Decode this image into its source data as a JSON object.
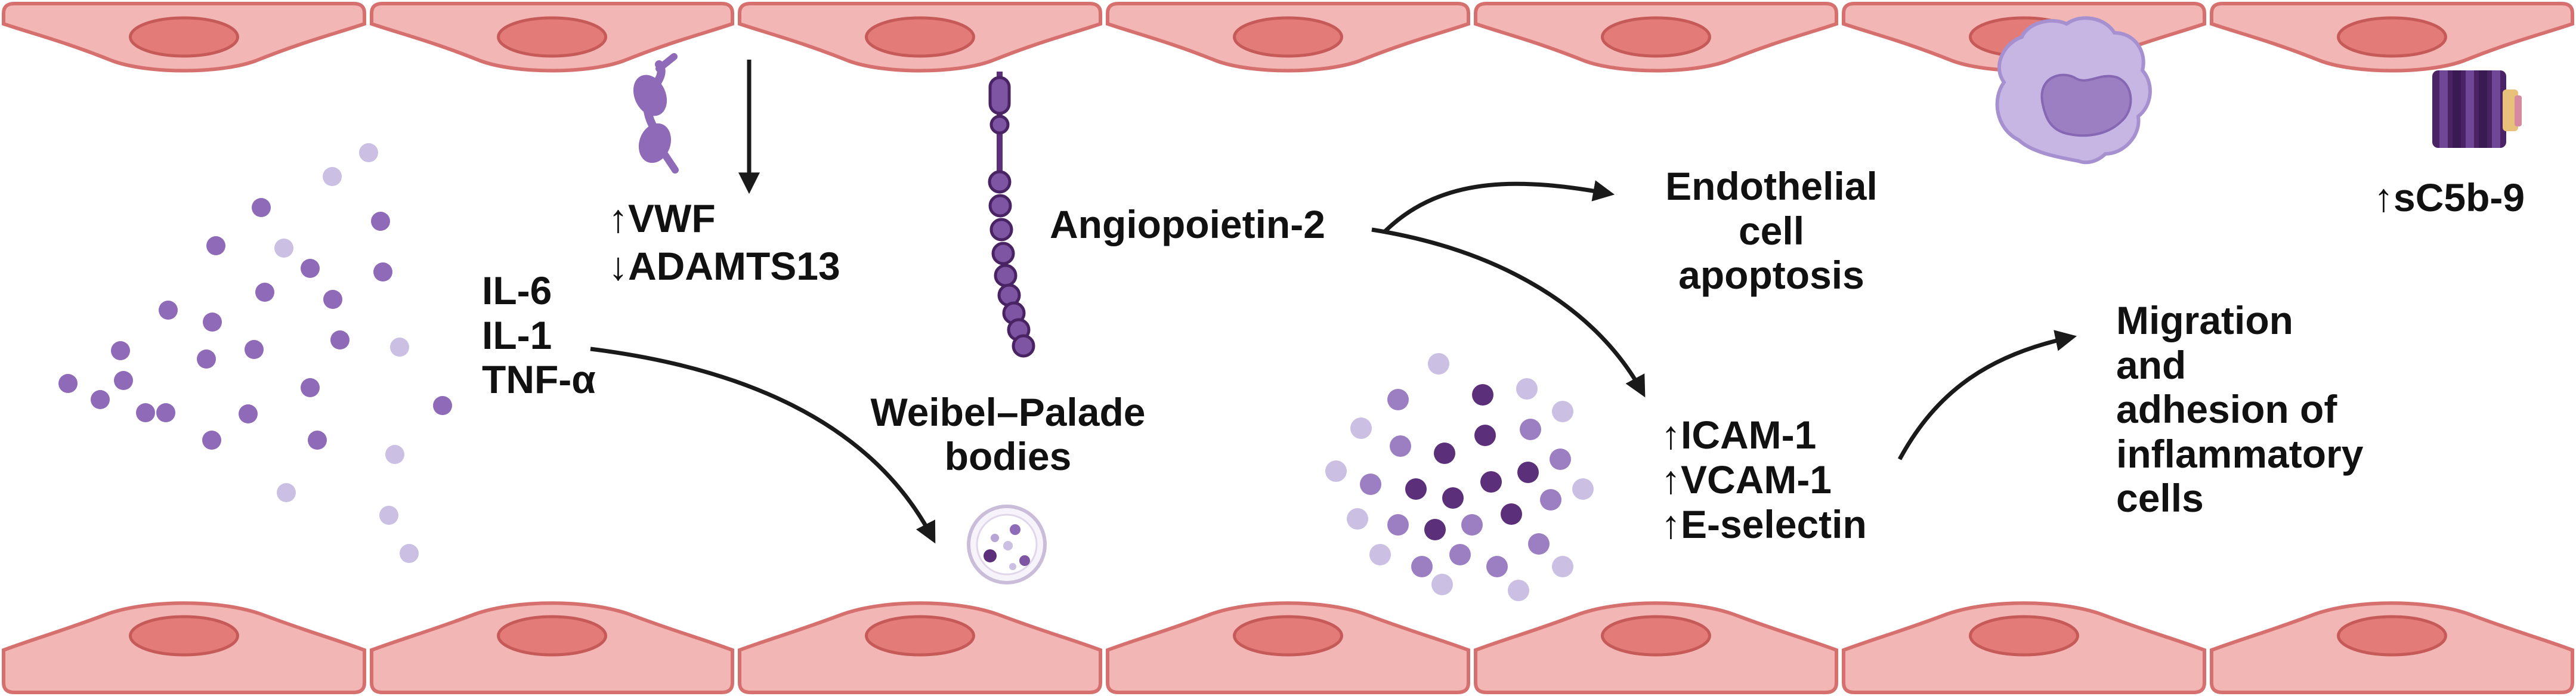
{
  "colors": {
    "cell_fill": "#f2b7b5",
    "cell_stroke": "#d6706f",
    "nucleus_fill": "#e37b78",
    "nucleus_stroke": "#c65a58",
    "arrow": "#1a1a1a",
    "purple_dark": "#5c2f7a",
    "purple_mid": "#8e6ab8",
    "purple_light": "#cbbfe3",
    "macrophage": "#c7b6e4"
  },
  "icons": {
    "vwf": "vwf-molecule-icon",
    "angiopoietin": "angiopoietin-chain-icon",
    "cytokines": "cytokine-particles-icon",
    "weibel_palade": "weibel-palade-vesicle-icon",
    "adhesion": "adhesion-molecule-particles-icon",
    "leukocyte": "leukocyte-cell-icon",
    "complement": "membrane-attack-complex-icon"
  },
  "labels": {
    "vwf": "↑VWF",
    "adamts13": "↓ADAMTS13",
    "cytokines": [
      "IL-6",
      "IL-1",
      "TNF-α"
    ],
    "angiopoietin": "Angiopoietin-2",
    "apoptosis": [
      "Endothelial",
      "cell",
      "apoptosis"
    ],
    "weibel_palade": [
      "Weibel–Palade",
      "bodies"
    ],
    "adhesion_molecules": [
      "↑ICAM-1",
      "↑VCAM-1",
      "↑E-selectin"
    ],
    "migration": [
      "Migration",
      "and",
      "adhesion of",
      "inflammatory",
      "cells"
    ],
    "complement": "↑sC5b-9"
  }
}
